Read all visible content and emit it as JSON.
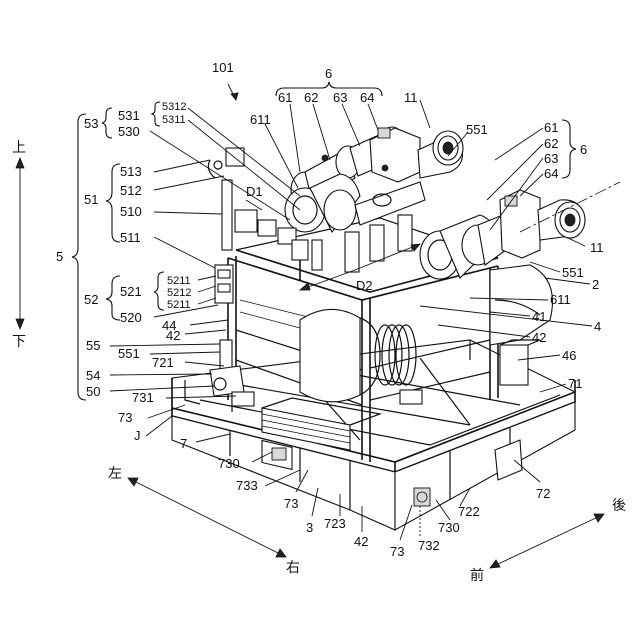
{
  "labels": {
    "l101": "101",
    "l6_top": "6",
    "l61a": "61",
    "l62a": "62",
    "l63a": "63",
    "l64a": "64",
    "l11a": "11",
    "l551a": "551",
    "l611a": "611",
    "l53": "53",
    "l531": "531",
    "l5312": "5312",
    "l5311": "5311",
    "l530": "530",
    "l51": "51",
    "l513": "513",
    "l512": "512",
    "l510": "510",
    "l511": "511",
    "l5": "5",
    "l52": "52",
    "l521": "521",
    "l5211a": "5211",
    "l5212": "5212",
    "l5211b": "5211",
    "l520": "520",
    "l44": "44",
    "l42a": "42",
    "l55": "55",
    "l551b": "551",
    "l721": "721",
    "l54": "54",
    "l50": "50",
    "l731": "731",
    "l73a": "73",
    "lJ": "J",
    "l7": "7",
    "l730a": "730",
    "l733": "733",
    "l73b": "73",
    "l3": "3",
    "l723": "723",
    "l42b": "42",
    "l73c": "73",
    "l732": "732",
    "l730b": "730",
    "l722": "722",
    "l72": "72",
    "l71": "71",
    "l46": "46",
    "l42c": "42",
    "l4": "4",
    "l41": "41",
    "l611b": "611",
    "l2": "2",
    "l551c": "551",
    "l11b": "11",
    "l61b": "61",
    "l62b": "62",
    "l63b": "63",
    "l64b": "64",
    "l6_right": "6",
    "lD1": "D1",
    "lD2": "D2"
  },
  "directions": {
    "up": "上",
    "down": "下",
    "left": "左",
    "right": "右",
    "back": "後",
    "front": "前"
  }
}
